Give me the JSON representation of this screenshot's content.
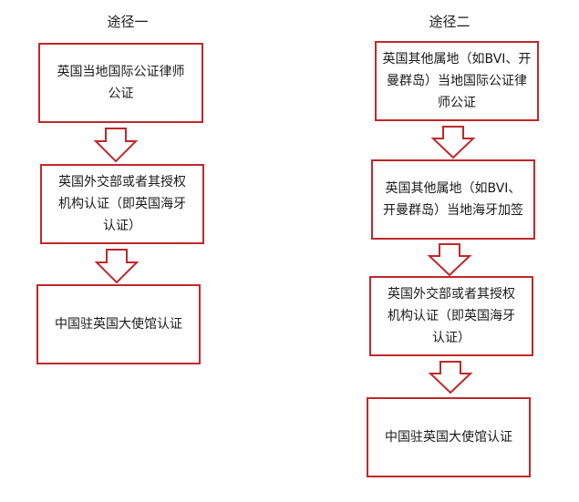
{
  "colors": {
    "border": "#c0282b",
    "arrow_stroke": "#c0282b",
    "arrow_fill": "#ffffff",
    "text": "#1a1a1a"
  },
  "route1": {
    "title": "途径一",
    "steps": [
      "英国当地国际公证律师公证",
      "英国外交部或者其授权机构认证（即英国海牙认证）",
      "中国驻英国大使馆认证"
    ]
  },
  "route2": {
    "title": "途径二",
    "steps": [
      "英国其他属地（如BVI、开曼群岛）当地国际公证律师公证",
      "英国其他属地（如BVI、开曼群岛）当地海牙加签",
      "英国外交部或者其授权机构认证（即英国海牙认证）",
      "中国驻英国大使馆认证"
    ]
  }
}
